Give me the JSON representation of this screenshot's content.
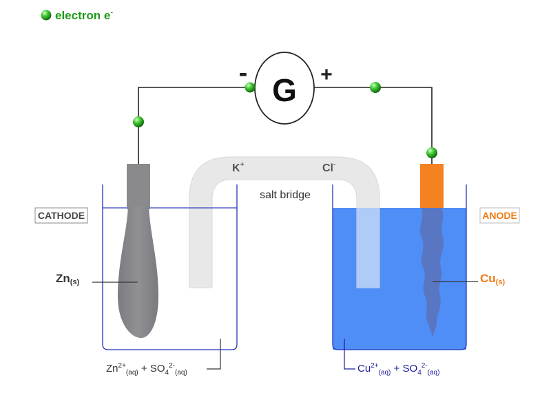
{
  "legend": {
    "label": "electron e",
    "sup": "-"
  },
  "galvanometer": {
    "label": "G",
    "minus": "-",
    "plus": "+"
  },
  "salt_bridge": {
    "label": "salt bridge",
    "cation": "K",
    "cation_sup": "+",
    "anion": "Cl",
    "anion_sup": "-"
  },
  "left_cell": {
    "tag": "CATHODE",
    "electrode": {
      "symbol": "Zn",
      "state": "(s)"
    },
    "solution": {
      "ion1": "Zn",
      "ion1_sup": "2+",
      "ion1_sub": "(aq)",
      "plus": " + ",
      "ion2": "SO",
      "ion2_sub1": "4",
      "ion2_sup": "2-",
      "ion2_sub2": "(aq)"
    }
  },
  "right_cell": {
    "tag": "ANODE",
    "electrode": {
      "symbol": "Cu",
      "state": "(s)"
    },
    "solution": {
      "ion1": "Cu",
      "ion1_sup": "2+",
      "ion1_sub": "(aq)",
      "plus": " + ",
      "ion2": "SO",
      "ion2_sub1": "4",
      "ion2_sup": "2-",
      "ion2_sub2": "(aq)"
    }
  },
  "colors": {
    "electron": "#22a81e",
    "wire": "#222222",
    "zinc": "#8a8a8d",
    "copper": "#f58220",
    "solution_blue": "#4f8ef7",
    "beaker": "#2233bb",
    "salt_bridge": "#e8e8e8",
    "anode_text": "#f07a14"
  }
}
